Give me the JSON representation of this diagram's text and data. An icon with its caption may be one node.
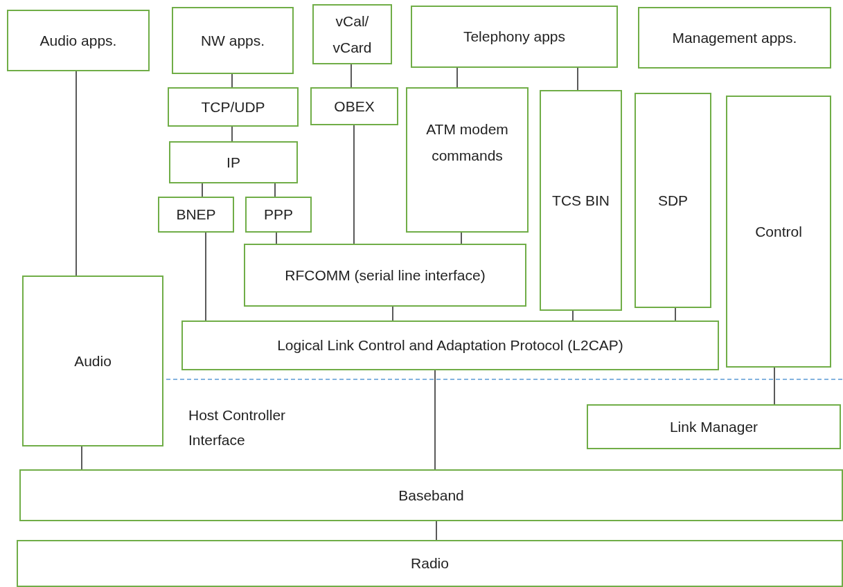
{
  "diagram": {
    "nodes": [
      {
        "text": [
          "Audio apps."
        ]
      },
      {
        "text": [
          "NW apps."
        ]
      },
      {
        "text": [
          "vCal/ vCard"
        ]
      },
      {
        "text": [
          "Telephony apps"
        ]
      },
      {
        "text": [
          "Management apps."
        ]
      },
      {
        "text": [
          "TCP/UDP"
        ]
      },
      {
        "text": [
          "OBEX"
        ]
      },
      {
        "text": [
          "ATM modem commands"
        ]
      },
      {
        "text": [
          "TCS BIN"
        ]
      },
      {
        "text": [
          "SDP"
        ]
      },
      {
        "text": [
          "Control"
        ]
      },
      {
        "text": [
          "IP"
        ]
      },
      {
        "text": [
          "BNEP"
        ]
      },
      {
        "text": [
          "PPP"
        ]
      },
      {
        "text": [
          "RFCOMM (serial line interface)"
        ]
      },
      {
        "text": [
          "Audio"
        ]
      },
      {
        "text": [
          "Logical Link Control and Adaptation Protocol (L2CAP)"
        ]
      },
      {
        "text": [
          "Link Manager"
        ]
      },
      {
        "text": [
          "Baseband"
        ]
      },
      {
        "text": [
          "Radio"
        ]
      }
    ],
    "edges": [
      {
        "from": 0,
        "to": 15,
        "arrow": "none"
      },
      {
        "from": 1,
        "to": 5,
        "arrow": "none"
      },
      {
        "from": 5,
        "to": 11,
        "arrow": "none"
      },
      {
        "from": 11,
        "to": 12,
        "arrow": "none"
      },
      {
        "from": 11,
        "to": 13,
        "arrow": "none"
      },
      {
        "from": 2,
        "to": 6,
        "arrow": "none"
      },
      {
        "from": 6,
        "to": 14,
        "arrow": "none"
      },
      {
        "from": 3,
        "to": 7,
        "arrow": "none"
      },
      {
        "from": 3,
        "to": 8,
        "arrow": "none"
      },
      {
        "from": 7,
        "to": 14,
        "arrow": "none"
      },
      {
        "from": 13,
        "to": 14,
        "arrow": "none"
      },
      {
        "from": 12,
        "to": 16,
        "arrow": "none"
      },
      {
        "from": 14,
        "to": 16,
        "arrow": "none"
      },
      {
        "from": 8,
        "to": 16,
        "arrow": "none"
      },
      {
        "from": 9,
        "to": 16,
        "arrow": "none"
      },
      {
        "from": 10,
        "to": 17,
        "arrow": "none"
      },
      {
        "from": 16,
        "to": 18,
        "arrow": "none"
      },
      {
        "from": 15,
        "to": 18,
        "arrow": "none"
      },
      {
        "from": 18,
        "to": 19,
        "arrow": "none"
      }
    ],
    "labels": [
      "Host Controller Interface"
    ]
  }
}
